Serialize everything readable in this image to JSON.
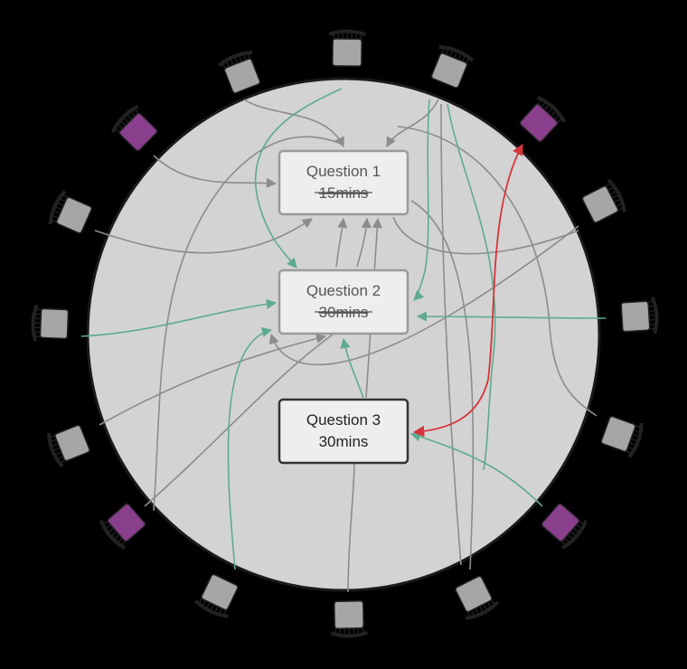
{
  "colors": {
    "background": "#000000",
    "table": "#d3d3d3",
    "table_stroke": "#1a1a1a",
    "box_fill": "#eeeeee",
    "box_stroke_past": "#9a9a9a",
    "box_stroke_current": "#333333",
    "text_past": "#555555",
    "text_current": "#222222",
    "flow_gray": "#8c8c8c",
    "flow_teal": "#5eab8e",
    "flow_red": "#d6333a",
    "chair_gray": "#a6a6a6",
    "chair_purple": "#8a3f8c",
    "chair_stroke": "#222222"
  },
  "questions": [
    {
      "id": "q1",
      "title": "Question 1",
      "duration": "15mins",
      "struck": true
    },
    {
      "id": "q2",
      "title": "Question 2",
      "duration": "30mins",
      "struck": true
    },
    {
      "id": "q3",
      "title": "Question 3",
      "duration": "30mins",
      "struck": false
    }
  ],
  "seats": [
    {
      "id": "seat-top",
      "kind": "gray"
    },
    {
      "id": "seat-top-left-1",
      "kind": "gray"
    },
    {
      "id": "seat-top-right-1",
      "kind": "gray"
    },
    {
      "id": "seat-purple-ul",
      "kind": "purple"
    },
    {
      "id": "seat-purple-ur",
      "kind": "purple"
    },
    {
      "id": "seat-left-upper",
      "kind": "gray"
    },
    {
      "id": "seat-right-upper",
      "kind": "gray"
    },
    {
      "id": "seat-left-mid",
      "kind": "gray"
    },
    {
      "id": "seat-right-mid",
      "kind": "gray"
    },
    {
      "id": "seat-left-lower",
      "kind": "gray"
    },
    {
      "id": "seat-right-lower",
      "kind": "gray"
    },
    {
      "id": "seat-purple-ll",
      "kind": "purple"
    },
    {
      "id": "seat-purple-lr",
      "kind": "purple"
    },
    {
      "id": "seat-bottom-left",
      "kind": "gray"
    },
    {
      "id": "seat-bottom",
      "kind": "gray"
    },
    {
      "id": "seat-bottom-right",
      "kind": "gray"
    }
  ]
}
